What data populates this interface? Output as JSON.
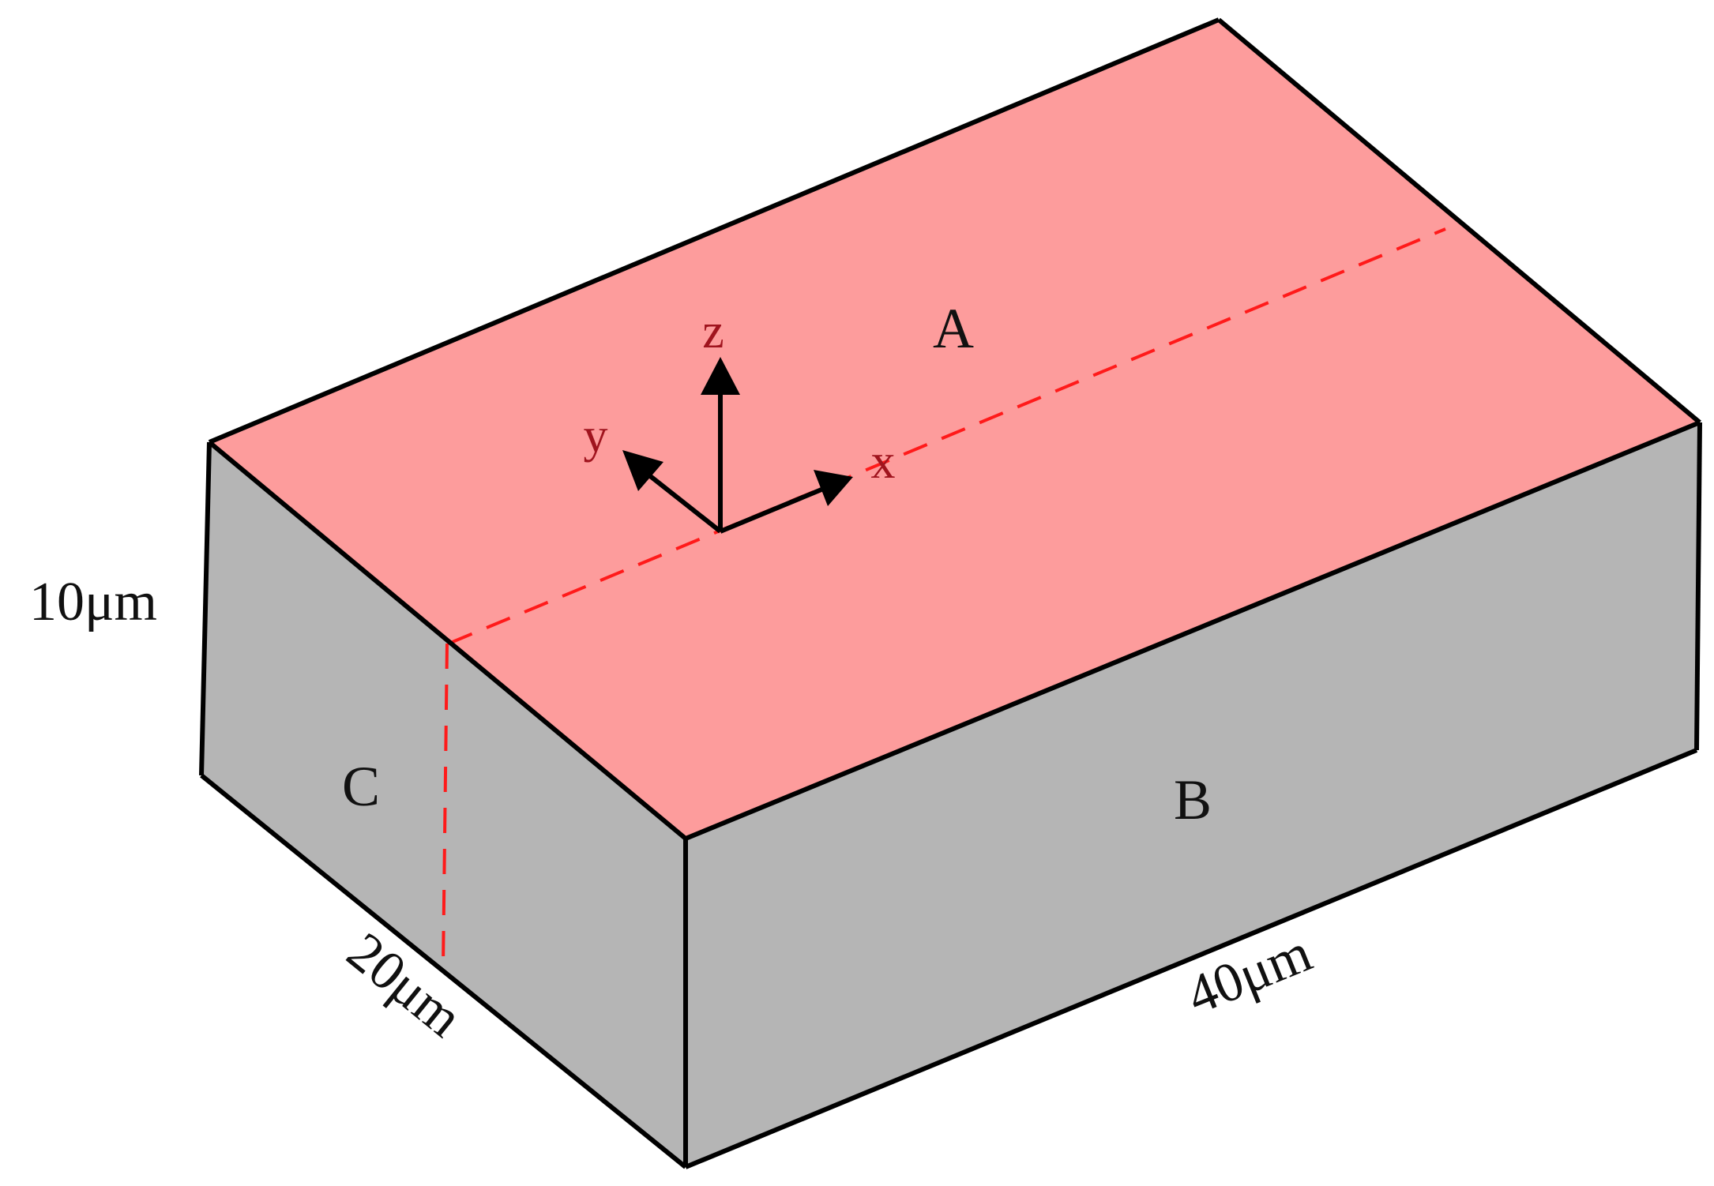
{
  "diagram": {
    "faces": {
      "top": {
        "label": "A",
        "color": "#fd9c9c"
      },
      "front": {
        "label": "B",
        "color": "#b5b5b5"
      },
      "side": {
        "label": "C",
        "color": "#b5b5b5"
      }
    },
    "dimensions": {
      "height": "10μm",
      "depth": "20μm",
      "length": "40μm"
    },
    "axes": {
      "x": "x",
      "y": "y",
      "z": "z",
      "color": "#000000",
      "label_color": "#a0141e"
    },
    "cut_line_color": "#ff1a1a",
    "edge_color": "#000000"
  }
}
